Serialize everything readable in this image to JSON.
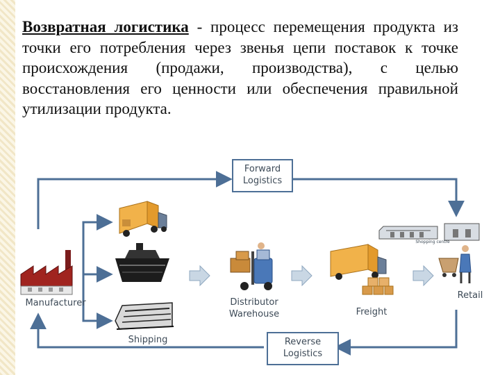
{
  "definition": {
    "term": "Возвратная логистика",
    "text": " - процесс перемещения продукта из точки его потребления через звенья цепи поставок к точке происхождения (продажи, производства), с целью восстановления его ценности или обеспечения правильной утилизации продукта."
  },
  "diagram": {
    "forward_label_line1": "Forward",
    "forward_label_line2": "Logistics",
    "reverse_label_line1": "Reverse",
    "reverse_label_line2": "Logistics",
    "manufacturer": "Manufacturer",
    "shipping": "Shipping",
    "distributor_line1": "Distributor",
    "distributor_line2": "Warehouse",
    "freight": "Freight",
    "retail": "Retail",
    "shopping_centre_sign": "Shopping centre"
  },
  "colors": {
    "flow_line": "#4d6f96",
    "truck_body": "#f1b24a",
    "block_arrow": "#c9d7e4"
  },
  "icons": [
    "factory-icon",
    "truck-icon",
    "ship-icon",
    "train-icon",
    "forklift-icon",
    "boxes-icon",
    "shopping-centre-icon",
    "shopper-icon"
  ]
}
